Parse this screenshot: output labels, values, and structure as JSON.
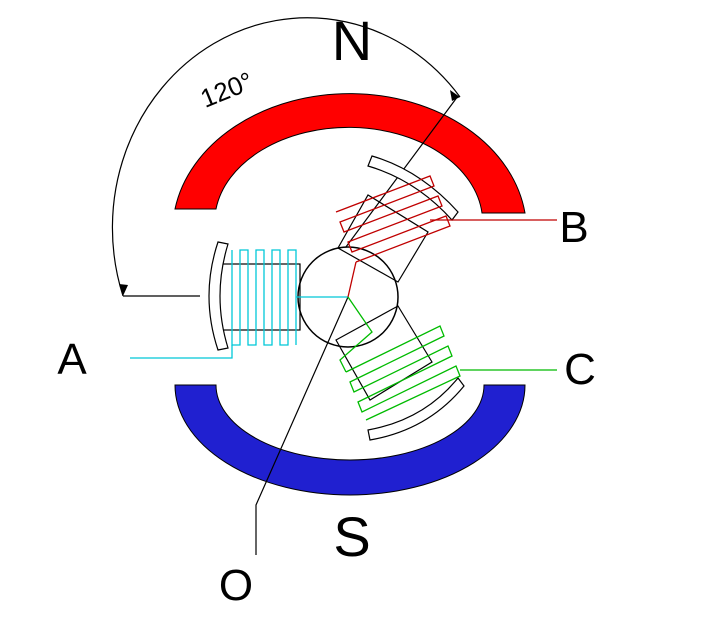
{
  "labels": {
    "north": "N",
    "south": "S",
    "angle": "120°",
    "phase_a": "A",
    "phase_b": "B",
    "phase_c": "C",
    "origin": "O"
  },
  "colors": {
    "north_pole": "#ff0000",
    "south_pole": "#2020d0",
    "coil_a": "#00c8d8",
    "coil_b": "#c00000",
    "coil_c": "#00bb00",
    "outline": "#000000"
  }
}
